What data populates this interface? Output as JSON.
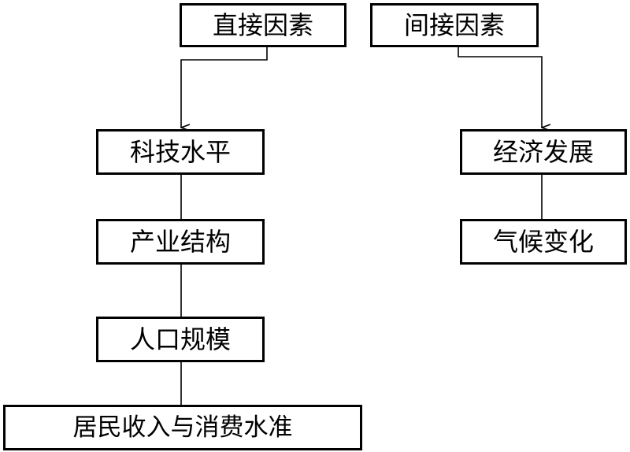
{
  "diagram": {
    "nodes": {
      "direct_factors": "直接因素",
      "indirect_factors": "间接因素",
      "tech_level": "科技水平",
      "economic_development": "经济发展",
      "industrial_structure": "产业结构",
      "climate_change": "气候变化",
      "population_size": "人口规模",
      "income_consumption": "居民收入与消费水准"
    },
    "colors": {
      "stroke": "#000000",
      "background": "#ffffff"
    }
  }
}
